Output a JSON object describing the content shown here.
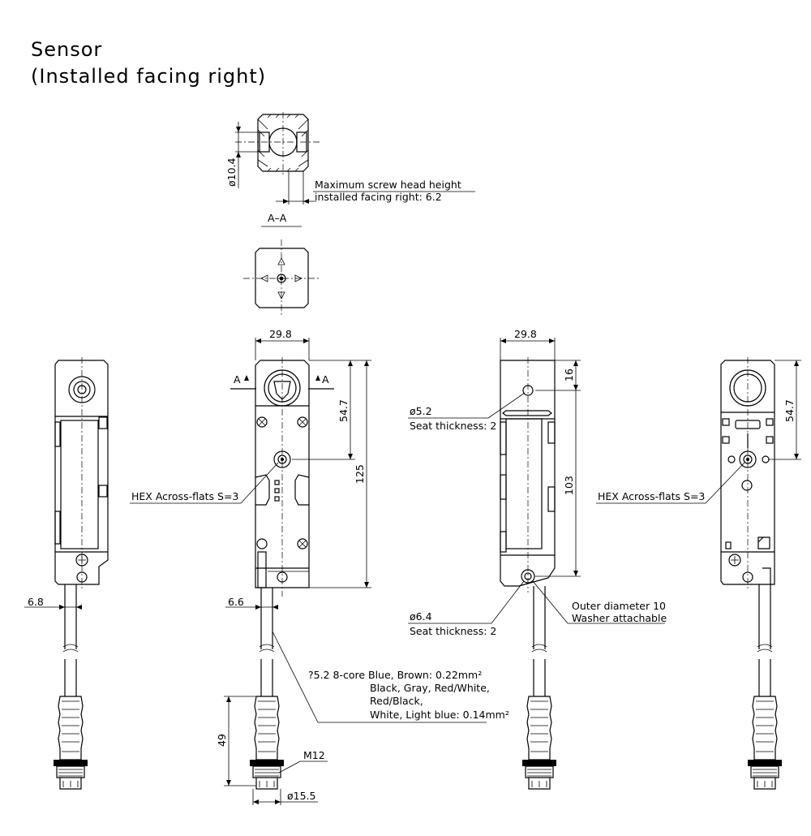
{
  "title": {
    "line1": "Sensor",
    "line2": "(Installed facing right)"
  },
  "section": {
    "label": "A–A",
    "diameter": "ø10.4",
    "note_line1": "Maximum screw head height",
    "note_line2": "installed facing right: 6.2"
  },
  "front_view": {
    "width": "29.8",
    "section_mark_left": "A",
    "section_mark_right": "A",
    "height_upper": "54.7",
    "height_total": "125",
    "hex_label": "HEX Across-flats S=3",
    "cable_offset": "6.6"
  },
  "left_view": {
    "cable_offset": "6.8"
  },
  "rear_view": {
    "width": "29.8",
    "top_offset": "16",
    "hole_pitch": "103",
    "hole_top_label": "ø5.2",
    "hole_top_seat": "Seat thickness: 2",
    "hole_bottom_label": "ø6.4",
    "hole_bottom_seat": "Seat thickness: 2",
    "washer_line1": "Outer diameter 10",
    "washer_line2": "Washer attachable"
  },
  "right_view": {
    "height_upper": "54.7",
    "hex_label": "HEX Across-flats S=3"
  },
  "cable": {
    "line1": "?5.2 8-core Blue, Brown: 0.22mm²",
    "line2": "Black, Gray, Red/White,",
    "line3": "Red/Black,",
    "line4": "White, Light blue: 0.14mm²",
    "connector_length": "49",
    "thread": "M12",
    "connector_diameter": "ø15.5"
  }
}
